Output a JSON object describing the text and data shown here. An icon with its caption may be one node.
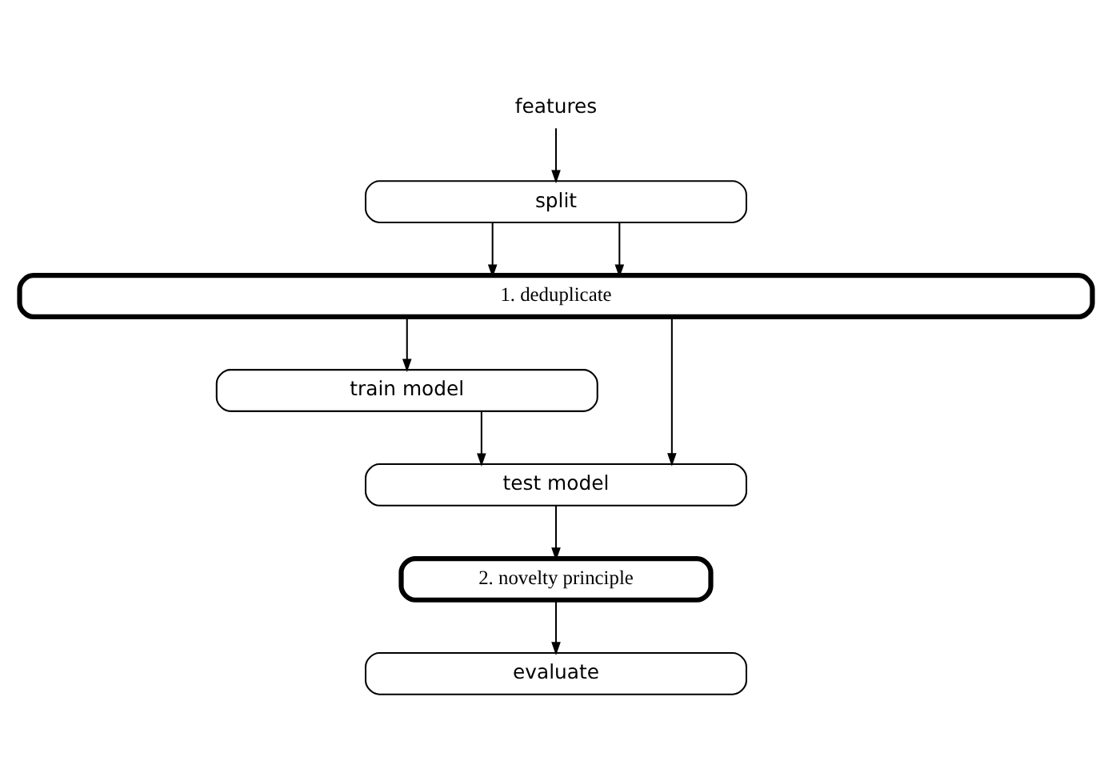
{
  "diagram": {
    "nodes": [
      {
        "text": [
          "features"
        ]
      },
      {
        "text": [
          "split"
        ]
      },
      {
        "text": [
          "1. deduplicate"
        ]
      },
      {
        "text": [
          "train model"
        ]
      },
      {
        "text": [
          "test model"
        ]
      },
      {
        "text": [
          "2. novelty principle"
        ]
      },
      {
        "text": [
          "evaluate"
        ]
      }
    ],
    "edges": [
      {
        "from": 0,
        "to": 1,
        "arrow": "to"
      },
      {
        "from": 1,
        "to": 2,
        "arrow": "to"
      },
      {
        "from": 1,
        "to": 2,
        "arrow": "to"
      },
      {
        "from": 2,
        "to": 3,
        "arrow": "to"
      },
      {
        "from": 2,
        "to": 4,
        "arrow": "to"
      },
      {
        "from": 3,
        "to": 4,
        "arrow": "to"
      },
      {
        "from": 4,
        "to": 5,
        "arrow": "to"
      },
      {
        "from": 5,
        "to": 6,
        "arrow": "to"
      }
    ]
  }
}
